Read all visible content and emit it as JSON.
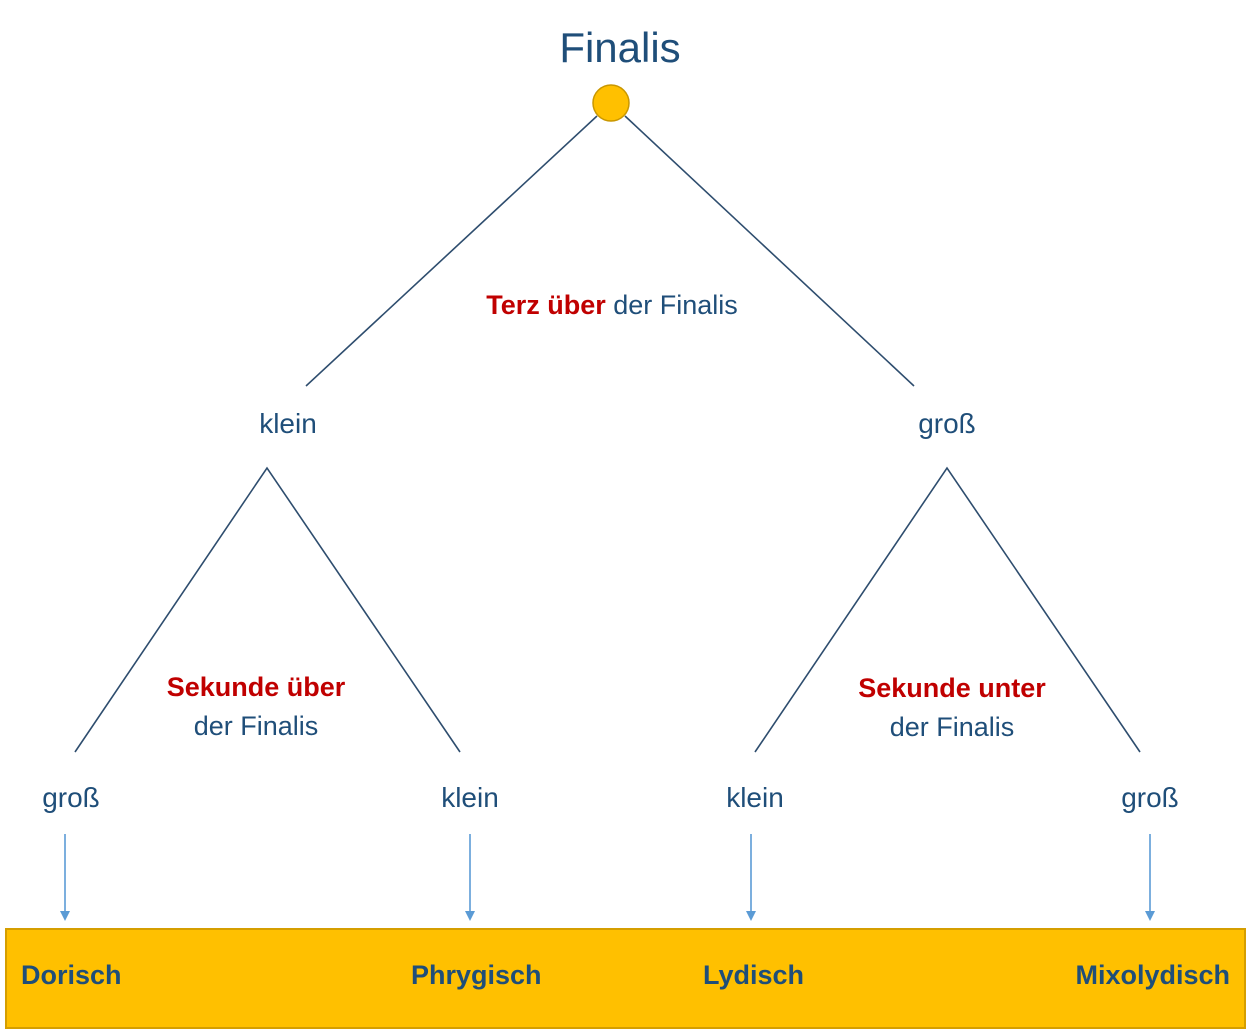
{
  "title": "Finalis",
  "colors": {
    "text": "#1f4e79",
    "emphasis": "#c00000",
    "root_node_fill": "#ffc000",
    "band_fill": "#ffc000",
    "lines": "#2e4d6e",
    "arrows": "#5b9bd5"
  },
  "level1": {
    "question_emph": "Terz über",
    "question_rest": "der Finalis",
    "left": "klein",
    "right": "groß"
  },
  "level2_left": {
    "question_emph": "Sekunde über",
    "question_rest": "der Finalis",
    "left": "groß",
    "right": "klein"
  },
  "level2_right": {
    "question_emph": "Sekunde unter",
    "question_rest": "der Finalis",
    "left": "klein",
    "right": "groß"
  },
  "modes": [
    "Dorisch",
    "Phrygisch",
    "Lydisch",
    "Mixolydisch"
  ]
}
